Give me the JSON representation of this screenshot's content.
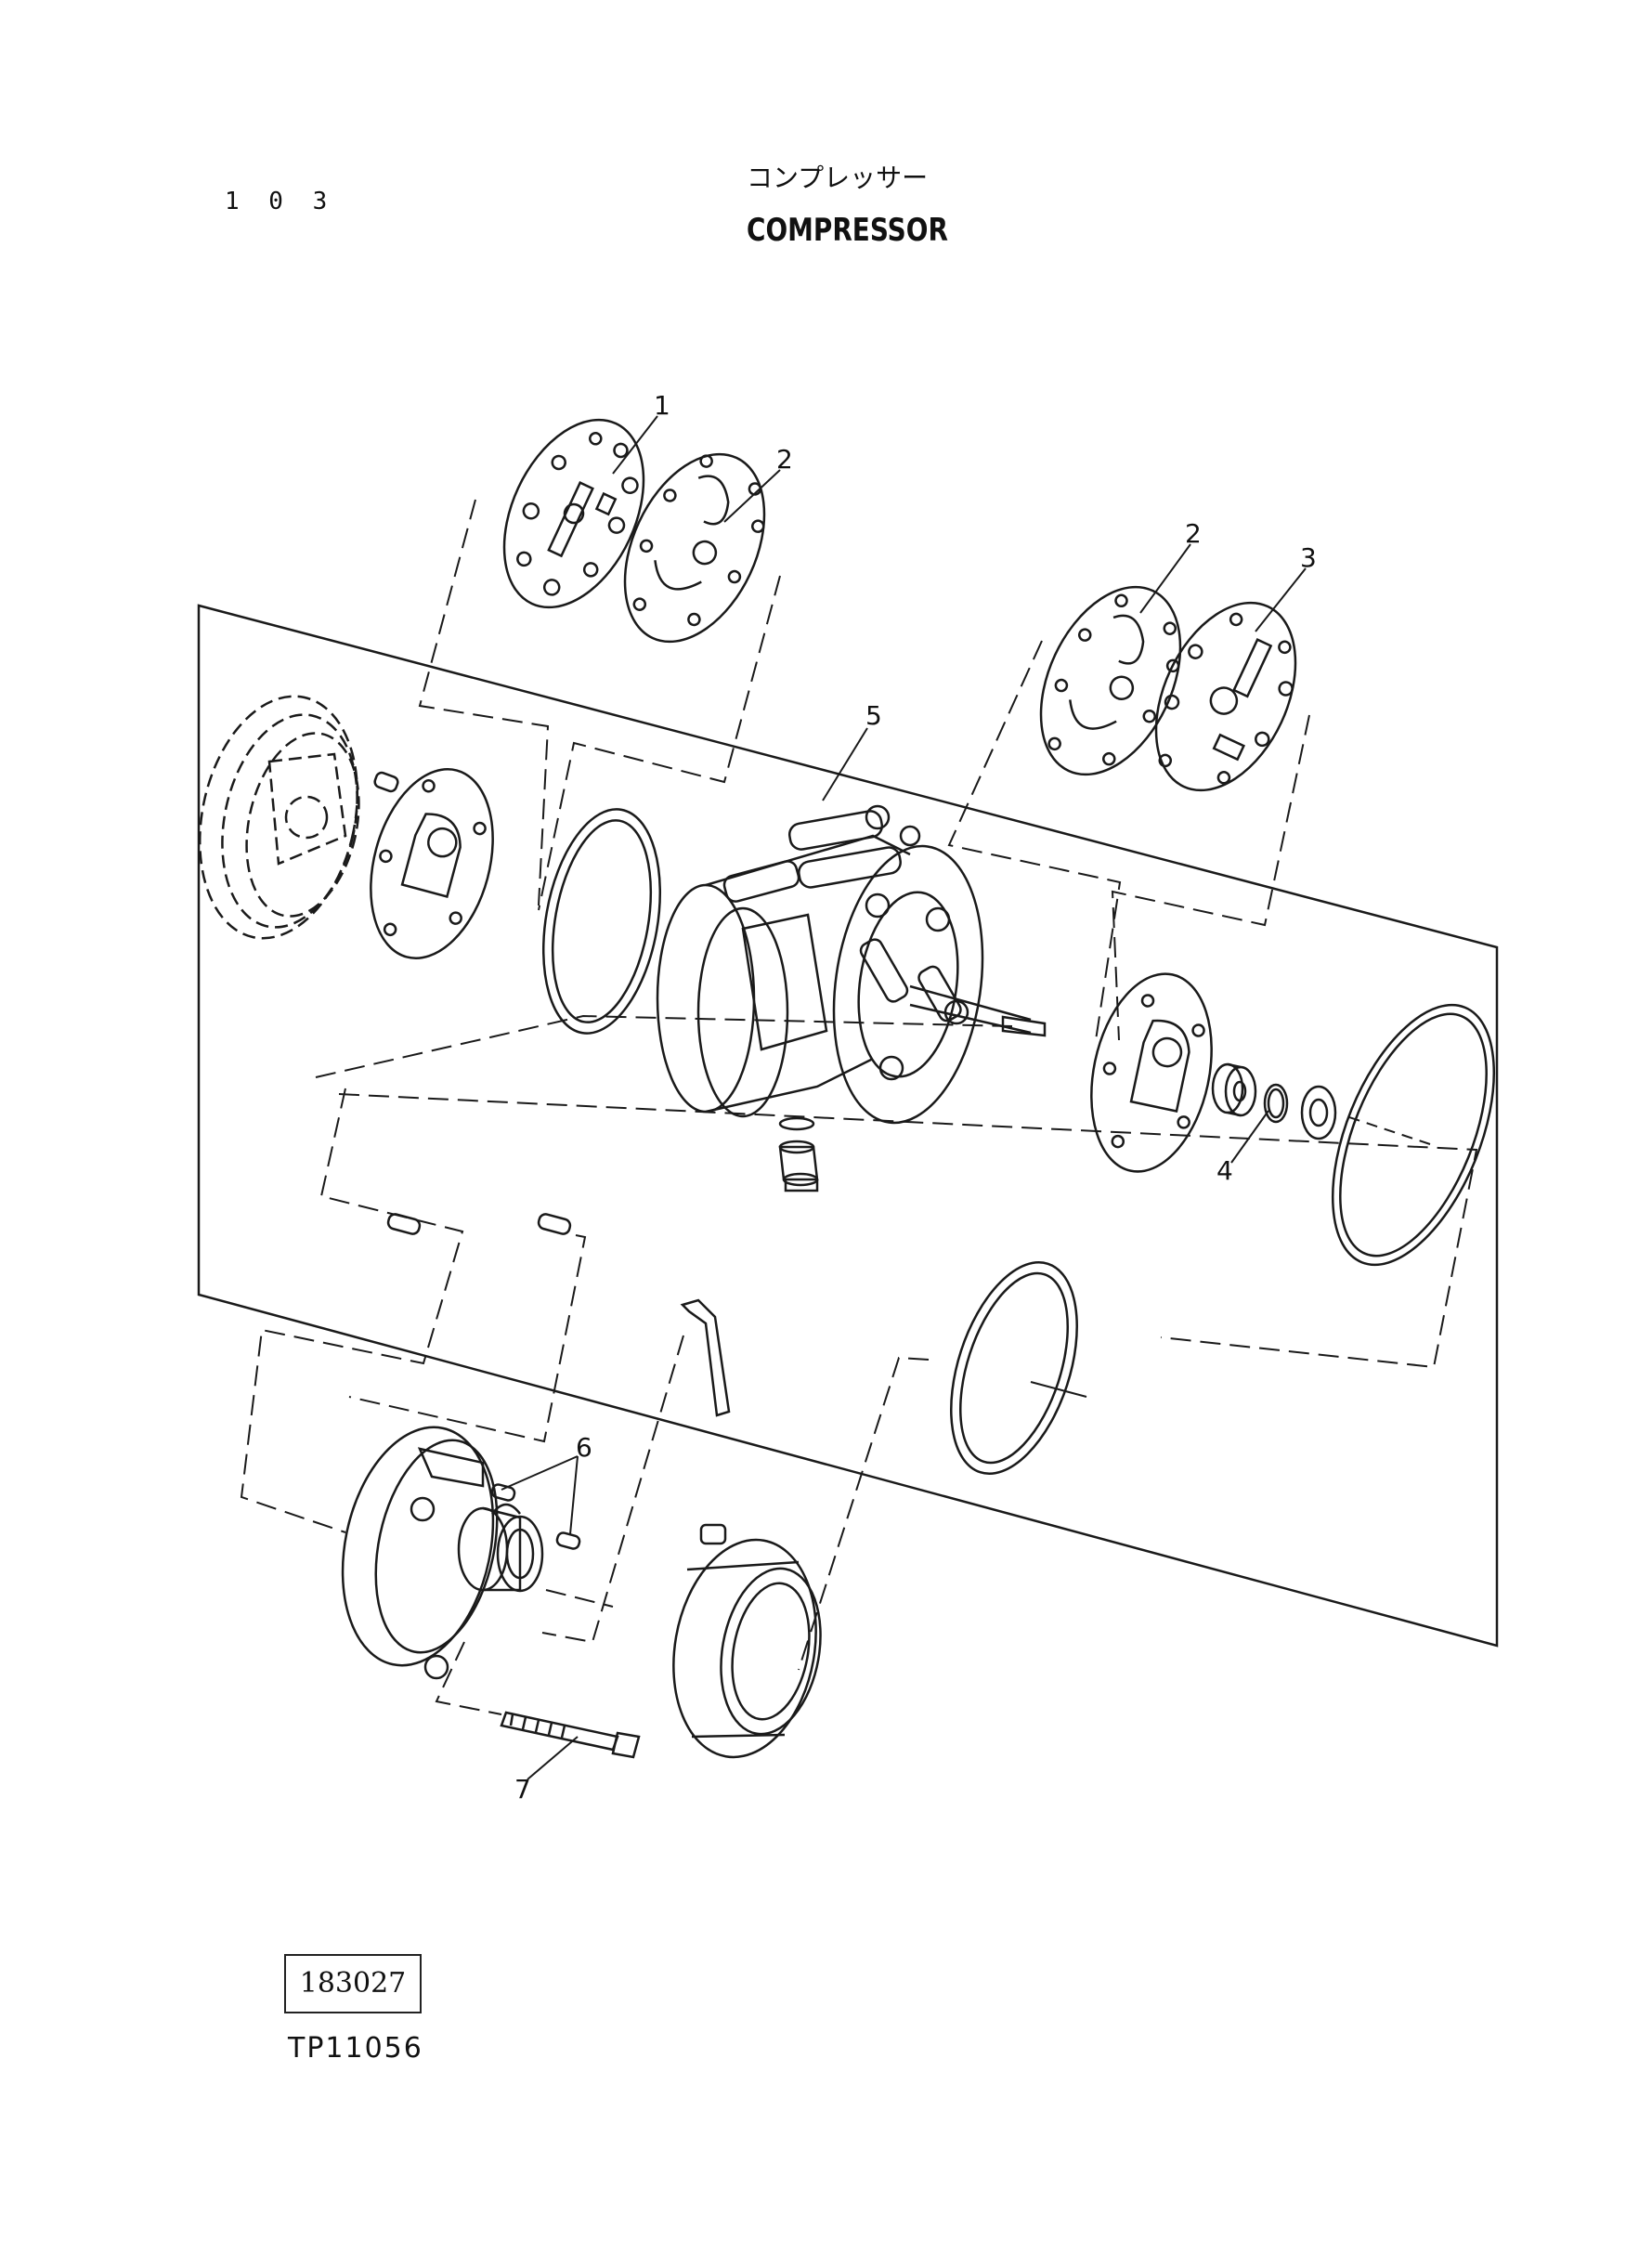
{
  "page_number": "1 0 3",
  "title_jp": "コンプレッサー",
  "title_en": "COMPRESSOR",
  "reference_number": "183027",
  "drawing_code": "TP11056",
  "callouts": {
    "c1": "1",
    "c2a": "2",
    "c2b": "2",
    "c3": "3",
    "c4": "4",
    "c5": "5",
    "c6": "6",
    "c7": "7"
  }
}
